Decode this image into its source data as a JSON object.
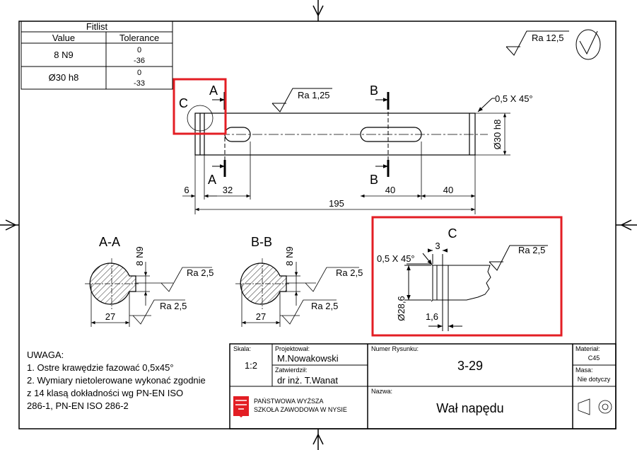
{
  "fitlist": {
    "title": "Fitlist",
    "col_value": "Value",
    "col_tolerance": "Tolerance",
    "rows": [
      {
        "value": "8 N9",
        "upper": "0",
        "lower": "-36"
      },
      {
        "value": "Ø30 h8",
        "upper": "0",
        "lower": "-33"
      }
    ]
  },
  "surface": {
    "general": "Ra 12,5",
    "shaft": "Ra 1,25",
    "keyway_a_side": "Ra 2,5",
    "keyway_a_bottom": "Ra 2,5",
    "keyway_b_side": "Ra 2,5",
    "keyway_b_bottom": "Ra 2,5",
    "detail_c": "Ra 2,5"
  },
  "main_view": {
    "section_a": "A",
    "section_b": "B",
    "detail_c": "C",
    "chamfer": "0,5 X 45°",
    "diameter": "Ø30 h8",
    "dims": {
      "d6": "6",
      "d32": "32",
      "d40a": "40",
      "d40b": "40",
      "d195": "195"
    }
  },
  "section_aa": {
    "title": "A-A",
    "key_width": "8 N9",
    "depth": "27"
  },
  "section_bb": {
    "title": "B-B",
    "key_width": "8 N9",
    "depth": "27"
  },
  "detail_view": {
    "title": "C",
    "chamfer": "0,5 X 45°",
    "dim3": "3",
    "diameter": "Ø28,6",
    "dim16": "1,6"
  },
  "notes": {
    "title": "UWAGA:",
    "line1": "1. Ostre krawędzie fazować 0,5x45°",
    "line2": "2. Wymiary nietolerowane wykonać zgodnie",
    "line3": "z 14 klasą dokładności wg PN-EN ISO",
    "line4": "286-1, PN-EN ISO 286-2"
  },
  "title_block": {
    "scale_label": "Skala:",
    "scale_value": "1:2",
    "designer_label": "Projektował:",
    "designer": "M.Nowakowski",
    "approver_label": "Zatwierdził:",
    "approver": "dr inż. T.Wanat",
    "school_line1": "PAŃSTWOWA WYŻSZA",
    "school_line2": "SZKOŁA ZAWODOWA W NYSIE",
    "drawing_no_label": "Numer Rysunku:",
    "drawing_no": "3-29",
    "name_label": "Nazwa:",
    "name": "Wał napędu",
    "material_label": "Materiał:",
    "material": "C45",
    "mass_label": "Masa:",
    "mass": "Nie dotyczy"
  },
  "colors": {
    "highlight": "#e31e24",
    "line": "#000000"
  }
}
